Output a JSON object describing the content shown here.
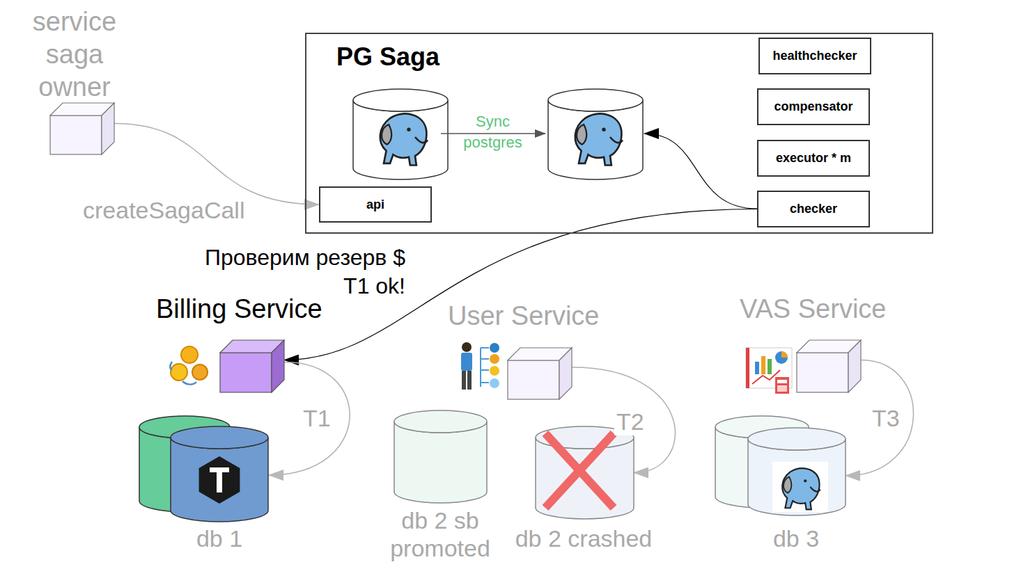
{
  "diagram": {
    "nodes": [
      {
        "text": [
          "service saga owner"
        ]
      },
      {
        "text": [
          "PG Saga"
        ]
      },
      {
        "text": [
          "healthchecker"
        ],
        "in": 1
      },
      {
        "text": [
          "compensator"
        ],
        "in": 1
      },
      {
        "text": [
          "executor * m"
        ],
        "in": 1
      },
      {
        "text": [
          "api"
        ],
        "in": 1
      },
      {
        "text": [
          "checker"
        ],
        "in": 1
      },
      {
        "text": [
          "Billing Service"
        ]
      },
      {
        "text": [
          "User Service"
        ]
      },
      {
        "text": [
          "VAS Service"
        ]
      },
      {
        "text": [
          "db 1"
        ]
      },
      {
        "text": [
          "db 2 sb promoted"
        ]
      },
      {
        "text": [
          "db 2 crashed"
        ]
      },
      {
        "text": [
          "db 3"
        ]
      }
    ],
    "edges": [
      {
        "from": 0,
        "to": 5,
        "label": "createSagaCall",
        "arrow": "to"
      },
      {
        "from": 6,
        "to": 7,
        "arrow": "to"
      },
      {
        "from": 7,
        "to": 10,
        "label": "T1",
        "arrow": "to"
      },
      {
        "from": 8,
        "to": 12,
        "label": "T2",
        "arrow": "to"
      },
      {
        "from": 9,
        "to": 13,
        "label": "T3",
        "arrow": "to"
      }
    ],
    "labels": [
      "Sync postgres",
      "Проверим резерв $",
      "T1 ok!"
    ]
  }
}
